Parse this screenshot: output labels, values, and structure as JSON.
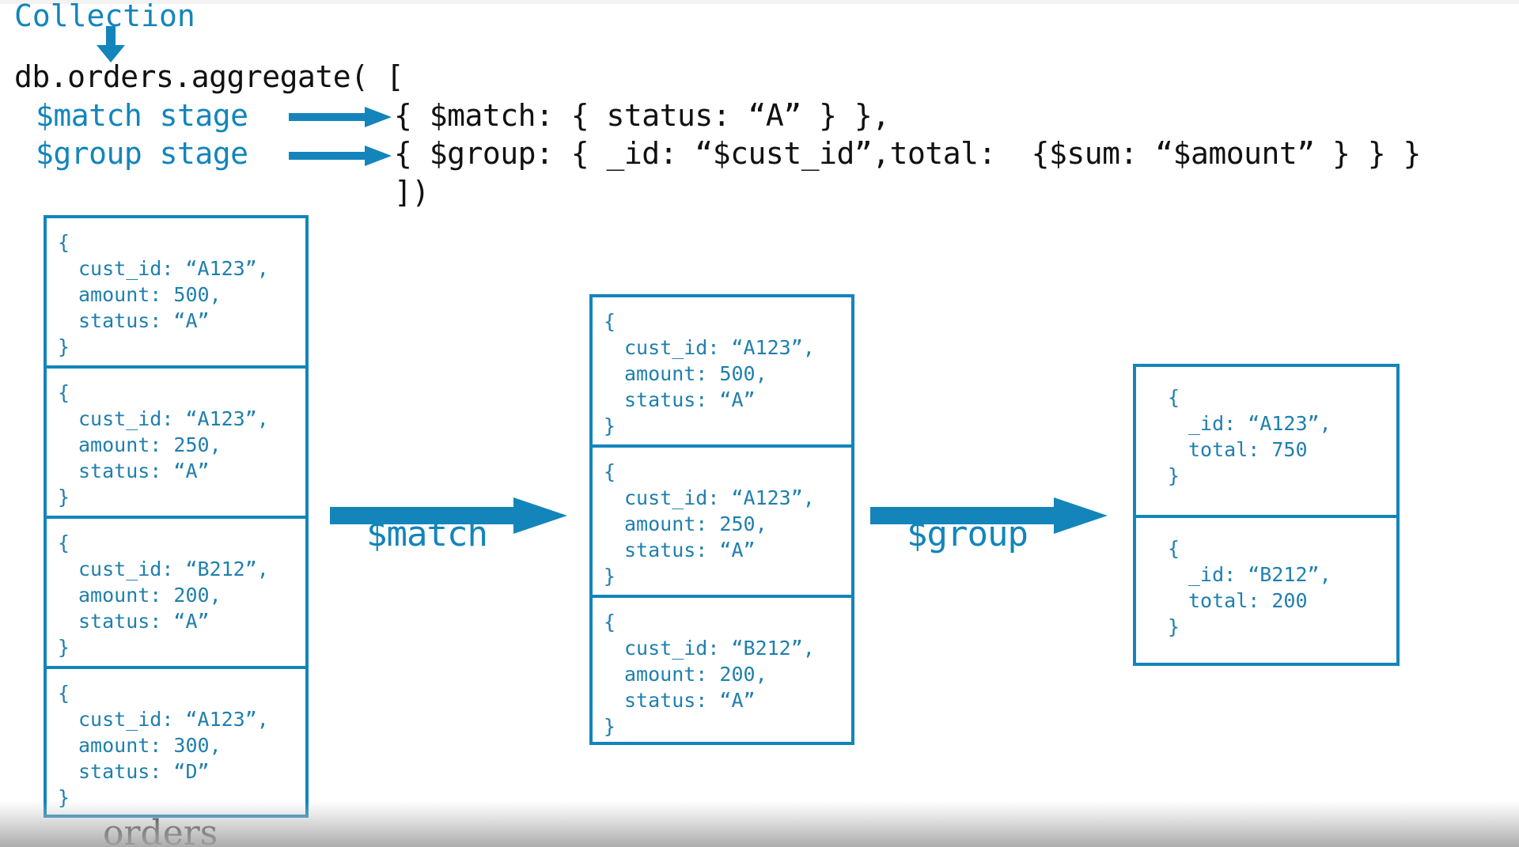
{
  "header": {
    "collection_label": "Collection",
    "collection_name": "orders"
  },
  "code": {
    "line1": "db.orders.aggregate( [",
    "match_stage_label": "$match stage",
    "group_stage_label": "$group stage",
    "line2": "{ $match: { status: “A” } },",
    "line3": "{ $group: { _id: “$cust_id”,total:  {$sum: “$amount” } } }",
    "line4": "])"
  },
  "pipeline": {
    "match_arrow_label": "$match",
    "group_arrow_label": "$group"
  },
  "colors": {
    "accent_blue": "#1385bb",
    "doc_text_blue": "#1f7fae",
    "code_black": "#111111",
    "background": "#ffffff"
  },
  "stages": {
    "input": {
      "name": "orders",
      "documents": [
        {
          "open": "{",
          "fields": [
            "cust_id: “A123”,",
            "amount: 500,",
            "status: “A”"
          ],
          "close": "}"
        },
        {
          "open": "{",
          "fields": [
            "cust_id: “A123”,",
            "amount: 250,",
            "status: “A”"
          ],
          "close": "}"
        },
        {
          "open": "{",
          "fields": [
            "cust_id: “B212”,",
            "amount: 200,",
            "status: “A”"
          ],
          "close": "}"
        },
        {
          "open": "{",
          "fields": [
            "cust_id: “A123”,",
            "amount: 300,",
            "status: “D”"
          ],
          "close": "}"
        }
      ]
    },
    "matched": {
      "documents": [
        {
          "open": "{",
          "fields": [
            "cust_id: “A123”,",
            "amount: 500,",
            "status: “A”"
          ],
          "close": "}"
        },
        {
          "open": "{",
          "fields": [
            "cust_id: “A123”,",
            "amount: 250,",
            "status: “A”"
          ],
          "close": "}"
        },
        {
          "open": "{",
          "fields": [
            "cust_id: “B212”,",
            "amount: 200,",
            "status: “A”"
          ],
          "close": "}"
        }
      ]
    },
    "grouped": {
      "documents": [
        {
          "open": "{",
          "fields": [
            "_id: “A123”,",
            "total: 750"
          ],
          "close": "}"
        },
        {
          "open": "{",
          "fields": [
            "_id: “B212”,",
            "total: 200"
          ],
          "close": "}"
        }
      ]
    }
  }
}
